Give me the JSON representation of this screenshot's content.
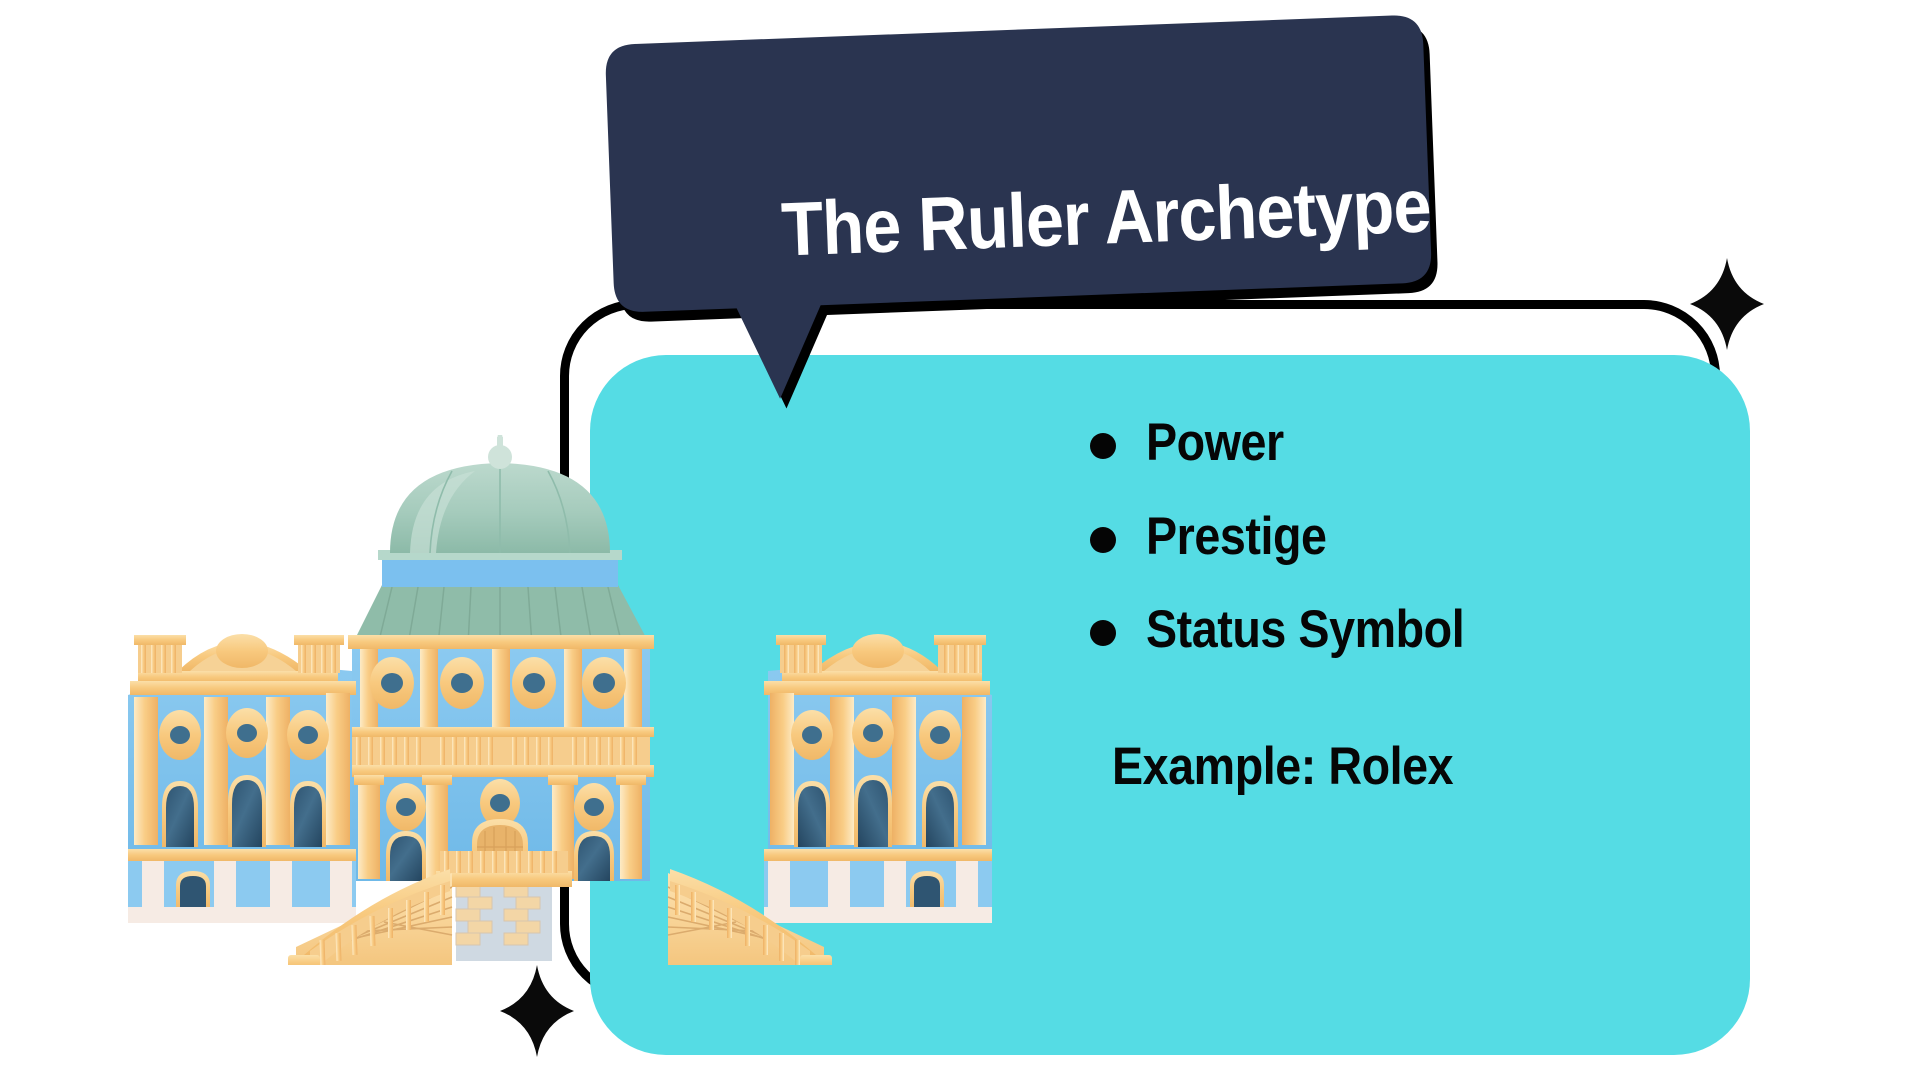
{
  "slide": {
    "background_color": "#ffffff",
    "accent_color": "#55DCE4",
    "bubble_color": "#2A3450",
    "outline_color": "#000000",
    "text_color": "#060606"
  },
  "bubble": {
    "title": "The Ruler Archetype"
  },
  "card": {
    "bullets": [
      {
        "label": "Power"
      },
      {
        "label": "Prestige"
      },
      {
        "label": "Status Symbol"
      }
    ],
    "example": "Example: Rolex"
  },
  "decorations": {
    "sparkle_top_right": "four-point-star-icon",
    "sparkle_bottom_left": "four-point-star-icon",
    "illustration": "baroque-palace-illustration"
  }
}
